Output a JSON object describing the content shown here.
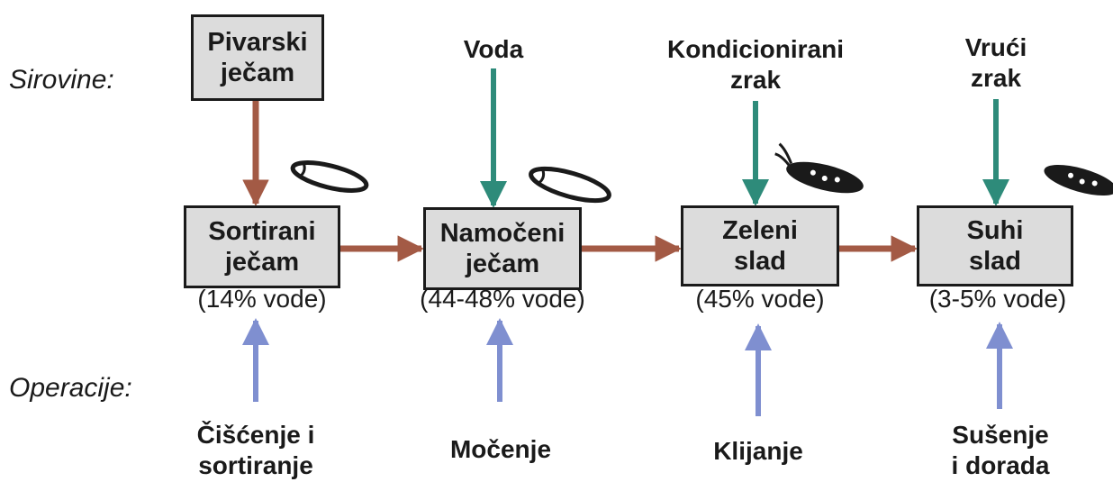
{
  "row_labels": {
    "inputs": "Sirovine:",
    "operations": "Operacije:"
  },
  "colors": {
    "flow_arrow": "#a35a45",
    "input_arrow": "#2e8b7a",
    "operation_arrow": "#7f8fd0",
    "box_fill": "#dcdcdc",
    "outline": "#1a1a1a"
  },
  "raw_material": {
    "line1": "Pivarski",
    "line2": "ječam"
  },
  "stages": [
    {
      "line1": "Sortirani",
      "line2": "ječam",
      "water": "(14% vode)",
      "icon": "barley-grain-icon"
    },
    {
      "line1": "Namočeni",
      "line2": "ječam",
      "water": "(44-48% vode)",
      "icon": "soaked-grain-icon"
    },
    {
      "line1": "Zeleni",
      "line2": "slad",
      "water": "(45% vode)",
      "icon": "sprouted-grain-icon"
    },
    {
      "line1": "Suhi",
      "line2": "slad",
      "water": "(3-5% vode)",
      "icon": "dried-malt-icon"
    }
  ],
  "inputs": [
    {
      "line1": "Voda",
      "line2": ""
    },
    {
      "line1": "Kondicionirani",
      "line2": "zrak"
    },
    {
      "line1": "Vrući",
      "line2": "zrak"
    }
  ],
  "operations": [
    {
      "line1": "Čišćenje i",
      "line2": "sortiranje"
    },
    {
      "line1": "Močenje",
      "line2": ""
    },
    {
      "line1": "Klijanje",
      "line2": ""
    },
    {
      "line1": "Sušenje",
      "line2": "i dorada"
    }
  ]
}
